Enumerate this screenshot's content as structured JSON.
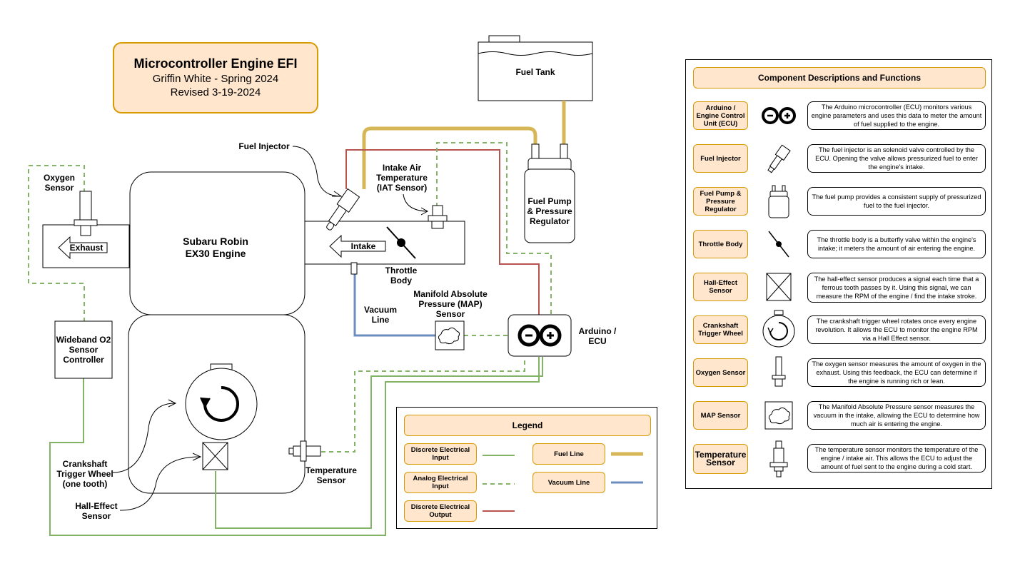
{
  "title": {
    "main": "Microcontroller Engine EFI",
    "author": "Griffin White - Spring 2024",
    "revised": "Revised 3-19-2024"
  },
  "diagram": {
    "engine_label_1": "Subaru Robin",
    "engine_label_2": "EX30 Engine",
    "exhaust": "Exhaust",
    "intake": "Intake",
    "fuel_tank": "Fuel Tank",
    "fuel_pump_1": "Fuel Pump",
    "fuel_pump_2": "& Pressure",
    "fuel_pump_3": "Regulator",
    "fuel_injector": "Fuel Injector",
    "iat_1": "Intake Air",
    "iat_2": "Temperature",
    "iat_3": "(IAT Sensor)",
    "oxygen_1": "Oxygen",
    "oxygen_2": "Sensor",
    "throttle_1": "Throttle",
    "throttle_2": "Body",
    "vacuum_1": "Vacuum",
    "vacuum_2": "Line",
    "map_1": "Manifold Absolute",
    "map_2": "Pressure (MAP)",
    "map_3": "Sensor",
    "arduino_1": "Arduino /",
    "arduino_2": "ECU",
    "wideband_1": "Wideband O2",
    "wideband_2": "Sensor",
    "wideband_3": "Controller",
    "crank_1": "Crankshaft",
    "crank_2": "Trigger Wheel",
    "crank_3": "(one tooth)",
    "hall_1": "Hall-Effect",
    "hall_2": "Sensor",
    "temp_1": "Temperature",
    "temp_2": "Sensor"
  },
  "legend": {
    "title": "Legend",
    "discrete_input": "Discrete Electrical Input",
    "analog_input": "Analog Electrical Input",
    "discrete_output": "Discrete Electrical Output",
    "fuel_line": "Fuel Line",
    "vacuum_line": "Vacuum Line"
  },
  "components": {
    "title": "Component Descriptions and Functions",
    "items": [
      {
        "name": "Arduino / Engine Control Unit (ECU)",
        "icon": "arduino-icon",
        "desc": "The Arduino microcontroller (ECU) monitors various engine parameters and uses this data to meter the amount of fuel supplied to the engine."
      },
      {
        "name": "Fuel Injector",
        "icon": "fuel-injector-icon",
        "desc": "The fuel injector is an solenoid valve controlled by the ECU. Opening the valve allows pressurized fuel to enter the engine's intake."
      },
      {
        "name": "Fuel Pump & Pressure Regulator",
        "icon": "fuel-pump-icon",
        "desc": "The fuel pump provides a consistent supply of pressurized fuel to the fuel injector."
      },
      {
        "name": "Throttle Body",
        "icon": "throttle-body-icon",
        "desc": "The throttle body is a butterfly valve within the engine's intake; it meters the amount of air entering the engine."
      },
      {
        "name": "Hall-Effect Sensor",
        "icon": "hall-effect-icon",
        "desc": "The hall-effect sensor produces a signal each time that a ferrous tooth passes by it. Using this signal, we can measure the RPM of the engine / find the intake stroke."
      },
      {
        "name": "Crankshaft Trigger Wheel",
        "icon": "trigger-wheel-icon",
        "desc": "The crankshaft trigger wheel rotates once every engine revolution. It allows the ECU to monitor the engine RPM via a Hall Effect sensor."
      },
      {
        "name": "Oxygen Sensor",
        "icon": "oxygen-sensor-icon",
        "desc": "The oxygen sensor measures the amount of oxygen in the exhaust. Using this feedback, the ECU can determine if the engine is running rich or lean."
      },
      {
        "name": "MAP Sensor",
        "icon": "map-sensor-icon",
        "desc": "The Manifold Absolute Pressure sensor measures the vacuum in the intake, allowing the ECU to determine how much air is entering the engine."
      },
      {
        "name": "Temperature Sensor",
        "icon": "temperature-sensor-icon",
        "desc": "The temperature sensor monitors the temperature of the engine / intake air. This allows the ECU to adjust the amount of fuel sent to the engine during a cold start."
      }
    ]
  },
  "colors": {
    "orange_fill": "#ffe6cc",
    "orange_border": "#d79b00",
    "green_line": "#82b366",
    "red_line": "#b85450",
    "fuel_line": "#d6b656",
    "vacuum_line": "#6c8ebf"
  }
}
